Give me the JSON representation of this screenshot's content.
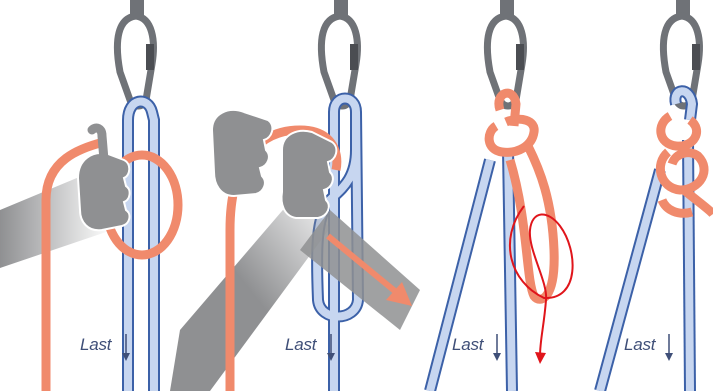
{
  "steps": [
    {
      "last_label": "Last"
    },
    {
      "last_label": "Last"
    },
    {
      "last_label": "Last"
    },
    {
      "last_label": "Last"
    }
  ],
  "colors": {
    "carabiner": "#6f7277",
    "rope_orange": "#f08a6c",
    "rope_blue": "#c7d6f0",
    "rope_outline": "#3c61a8",
    "hand": "#8f9092",
    "hand_outline": "#ffffff",
    "motion_arrow": "#f08a6c",
    "trace_red": "#e0151b",
    "label_text": "#3f4f78"
  }
}
